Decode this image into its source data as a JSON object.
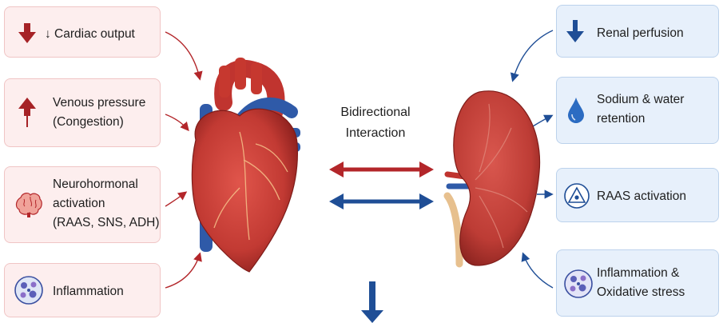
{
  "center": {
    "line1": "Bidirectional",
    "line2": "Interaction"
  },
  "left_factors": [
    {
      "icon": "arrow-down-icon",
      "label": "↓ Cardiac output"
    },
    {
      "icon": "arrow-up-icon",
      "label_lines": [
        "Venous pressure",
        "(Congestion)"
      ]
    },
    {
      "icon": "brain-icon",
      "label_lines": [
        "Neurohormonal",
        "activation",
        "(RAAS, SNS, ADH)"
      ]
    },
    {
      "icon": "cells-icon",
      "label": "Inflammation"
    }
  ],
  "right_factors": [
    {
      "icon": "arrow-down-icon",
      "label": "Renal perfusion"
    },
    {
      "icon": "water-drop-icon",
      "label_lines": [
        "Sodium & water",
        "retention"
      ]
    },
    {
      "icon": "raas-triangle-icon",
      "label": "RAAS activation"
    },
    {
      "icon": "cells-icon",
      "label_lines": [
        "Inflammation &",
        "Oxidative stress"
      ]
    }
  ],
  "colors": {
    "left_box_bg": "#fdeeee",
    "right_box_bg": "#e7f0fb",
    "red_accent": "#b3262a",
    "blue_accent": "#1f4e96",
    "heart_red": "#c83a33",
    "kidney_red": "#bf3c36"
  }
}
